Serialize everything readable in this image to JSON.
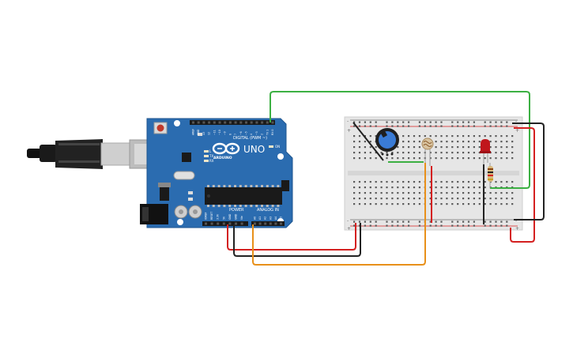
{
  "board": {
    "model": "UNO",
    "brand": "ARDUINO",
    "header_digital": "DIGITAL (PWM ~)",
    "header_power": "POWER",
    "header_analog": "ANALOG IN",
    "label_tx": "TX",
    "label_rx": "RX",
    "label_l": "L",
    "label_on": "ON",
    "digital_pins": [
      "AREF",
      "GND",
      "13",
      "12",
      "~11",
      "~10",
      "~9",
      "8",
      "7",
      "~6",
      "~5",
      "4",
      "~3",
      "2",
      "TX 1",
      "RX 0"
    ],
    "power_pins": [
      "IOREF",
      "RESET",
      "3.3V",
      "5V",
      "GND",
      "GND",
      "Vin"
    ],
    "analog_pins": [
      "A0",
      "A1",
      "A2",
      "A3",
      "A4",
      "A5"
    ]
  },
  "breadboard": {
    "rail_plus": "+",
    "rail_minus": "-"
  },
  "colors": {
    "board": "#2b6cb0",
    "wire_green": "#3cb043",
    "wire_red": "#d42020",
    "wire_black": "#222222",
    "wire_orange": "#e8901a",
    "led": "#c0161c"
  },
  "icons": [
    "usb-cable-icon",
    "arduino-logo-icon",
    "potentiometer-icon",
    "photoresistor-icon",
    "led-icon",
    "resistor-icon"
  ]
}
